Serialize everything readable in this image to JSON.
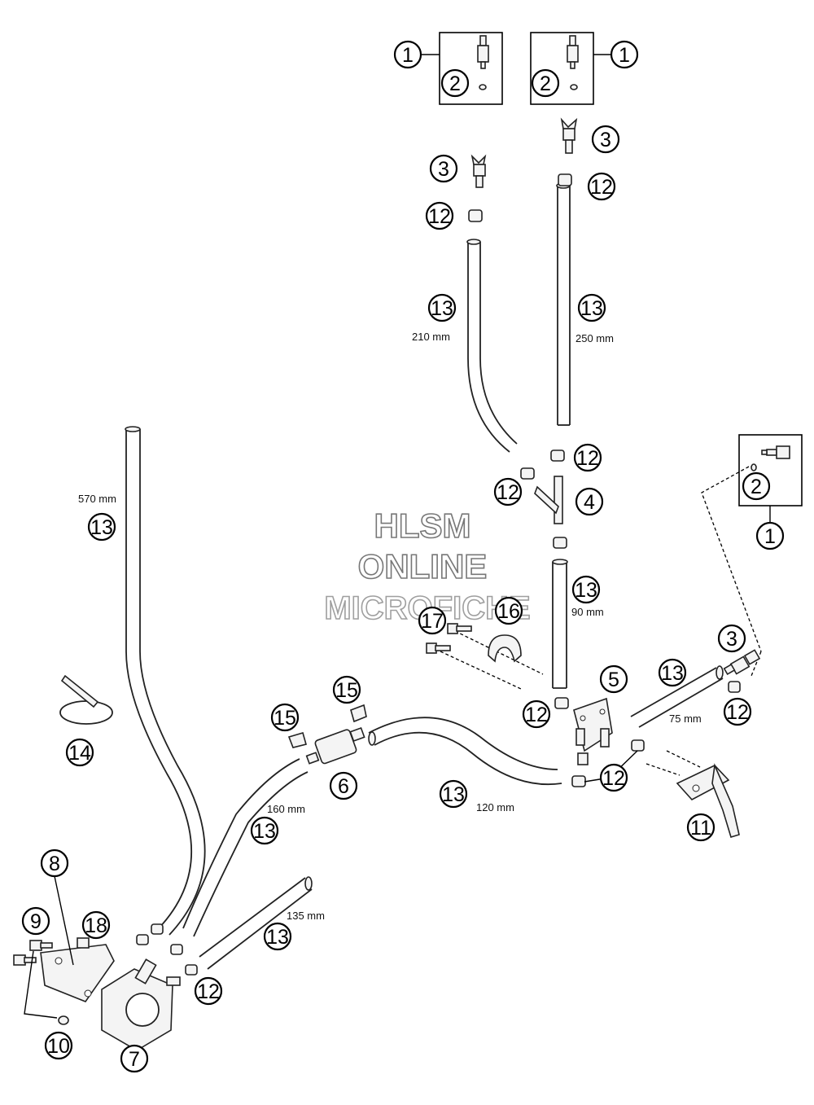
{
  "watermark": {
    "line1": "HLSM",
    "line2": "ONLINE",
    "line3": "MICROFICHE"
  },
  "callouts": {
    "c1": "1",
    "c2": "2",
    "c3": "3",
    "c4": "4",
    "c5": "5",
    "c6": "6",
    "c7": "7",
    "c8": "8",
    "c9": "9",
    "c10": "10",
    "c11": "11",
    "c12": "12",
    "c13": "13",
    "c14": "14",
    "c15": "15",
    "c16": "16",
    "c17": "17",
    "c18": "18"
  },
  "dimensions": {
    "d210": "210 mm",
    "d250": "250 mm",
    "d570": "570 mm",
    "d90": "90 mm",
    "d75": "75 mm",
    "d160": "160 mm",
    "d120": "120 mm",
    "d135": "135 mm"
  }
}
